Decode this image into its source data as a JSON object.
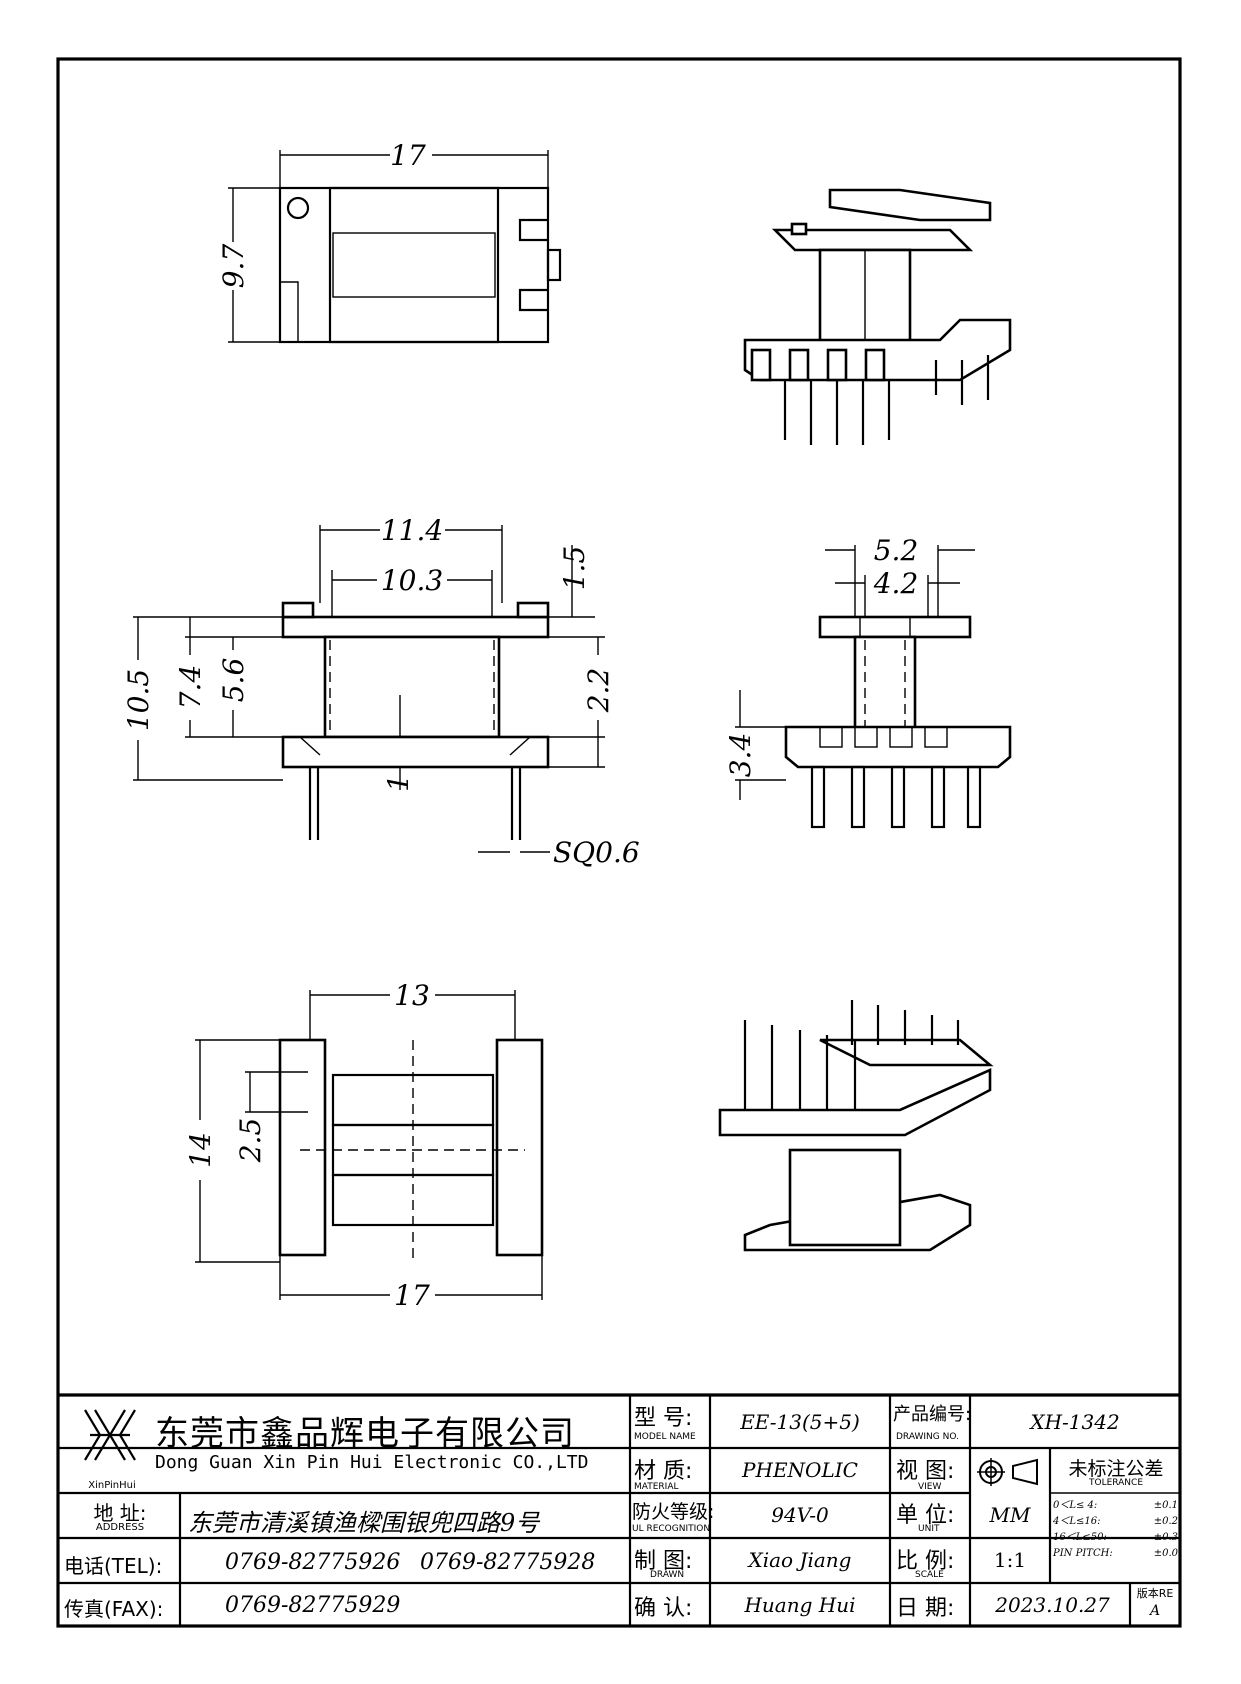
{
  "dimensions": {
    "top_view": {
      "width": "17",
      "height": "9.7"
    },
    "front_view": {
      "outer_width": "11.4",
      "inner_width": "10.3",
      "flange": "1.5",
      "total_height": "10.5",
      "height_a": "7.4",
      "height_b": "5.6",
      "gap": "2.2",
      "base": "1",
      "pin": "SQ0.6"
    },
    "side_view": {
      "outer": "5.2",
      "inner": "4.2",
      "pin_height": "3.4"
    },
    "bottom_view": {
      "width_top": "13",
      "width_bottom": "17",
      "height": "14",
      "pitch": "2.5"
    }
  },
  "title_block": {
    "company_cn": "东莞市鑫品辉电子有限公司",
    "company_en": "Dong Guan Xin Pin Hui Electronic CO.,LTD",
    "logo_text": "XinPinHui",
    "address_label_cn": "地  址:",
    "address_label_en": "ADDRESS",
    "address_value": "东莞市清溪镇渔樑围银兜四路9号",
    "tel_label": "电话(TEL):",
    "tel_value_1": "0769-82775926",
    "tel_value_2": "0769-82775928",
    "fax_label": "传真(FAX):",
    "fax_value": "0769-82775929",
    "model_label_cn": "型  号:",
    "model_label_en": "MODEL NAME",
    "model_value": "EE-13(5+5)",
    "material_label_cn": "材  质:",
    "material_label_en": "MATERIAL",
    "material_value": "PHENOLIC",
    "ul_label_cn": "防火等级:",
    "ul_label_en": "UL RECOGNITION",
    "ul_value": "94V-0",
    "drawn_label_cn": "制  图:",
    "drawn_label_en": "DRAWN",
    "drawn_value": "Xiao Jiang",
    "confirm_label_cn": "确  认:",
    "confirm_value": "Huang Hui",
    "drawing_no_label_cn": "产品编号:",
    "drawing_no_label_en": "DRAWING NO.",
    "drawing_no_value": "XH-1342",
    "view_label_cn": "视  图:",
    "view_label_en": "VIEW",
    "unit_label_cn": "单  位:",
    "unit_label_en": "UNIT",
    "unit_value": "MM",
    "scale_label_cn": "比  例:",
    "scale_label_en": "SCALE",
    "scale_value": "1:1",
    "date_label_cn": "日  期:",
    "date_value": "2023.10.27",
    "tolerance_title_cn": "未标注公差",
    "tolerance_title_en": "TOLERANCE",
    "tolerance_rows": [
      {
        "range": "0＜L≤ 4:",
        "value": "±0.1"
      },
      {
        "range": "4＜L≤16:",
        "value": "±0.2"
      },
      {
        "range": "16＜L≤50:",
        "value": "±0.3"
      },
      {
        "range": "PIN PITCH:",
        "value": "±0.0"
      }
    ],
    "version_label": "版本RE",
    "version_value": "A"
  }
}
